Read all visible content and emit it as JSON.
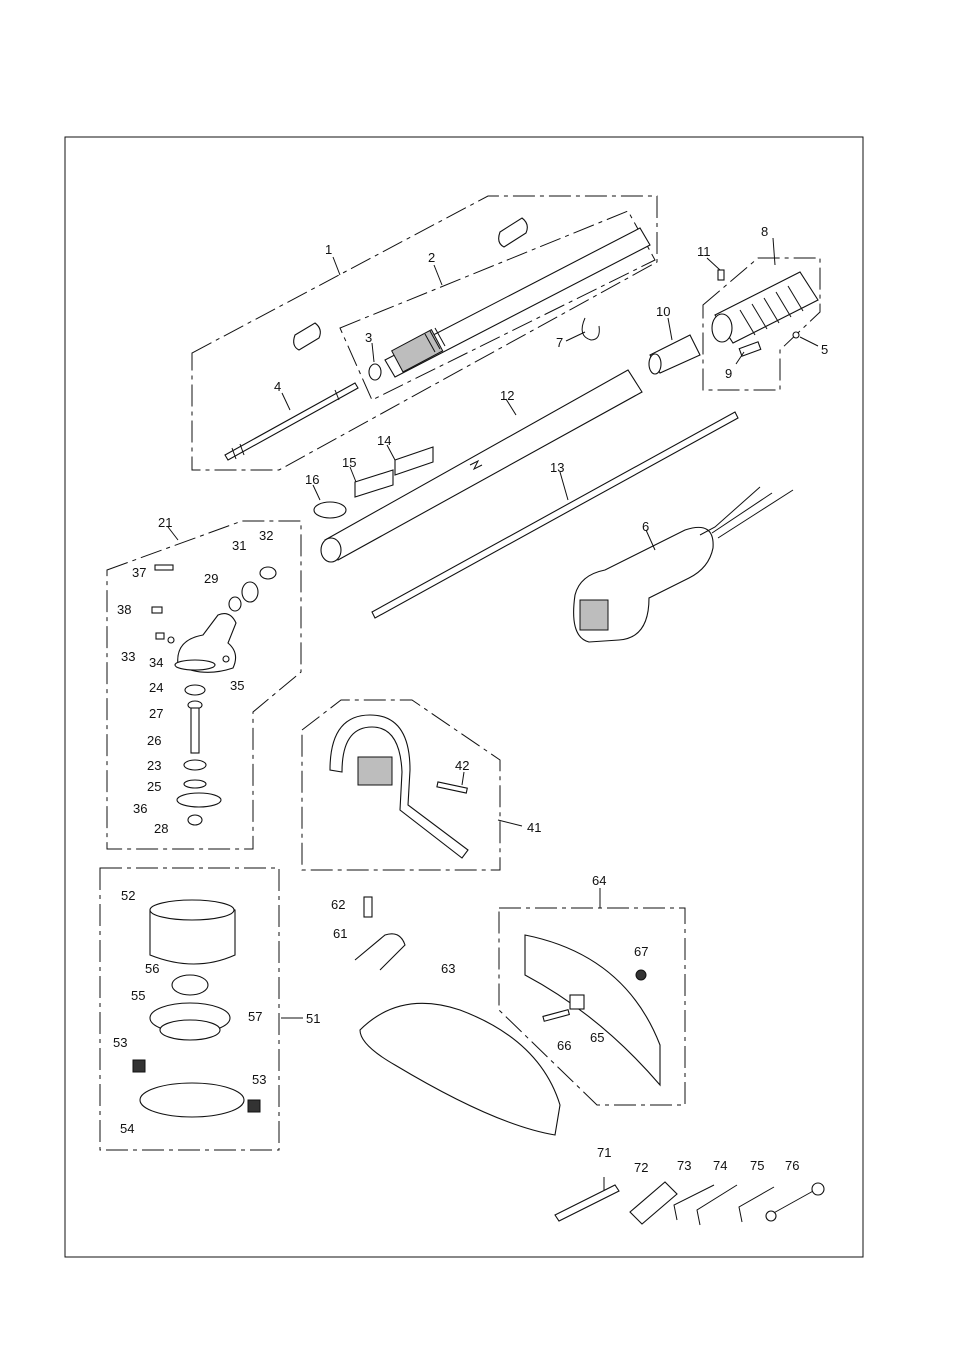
{
  "diagram": {
    "labels": [
      "1",
      "2",
      "3",
      "4",
      "5",
      "6",
      "7",
      "8",
      "9",
      "10",
      "11",
      "12",
      "13",
      "14",
      "15",
      "16",
      "21",
      "23",
      "24",
      "25",
      "26",
      "27",
      "28",
      "29",
      "31",
      "32",
      "33",
      "34",
      "35",
      "36",
      "37",
      "38",
      "41",
      "42",
      "51",
      "52",
      "53",
      "53",
      "54",
      "55",
      "56",
      "57",
      "61",
      "62",
      "63",
      "64",
      "65",
      "66",
      "67",
      "71",
      "72",
      "73",
      "74",
      "75",
      "76"
    ]
  }
}
